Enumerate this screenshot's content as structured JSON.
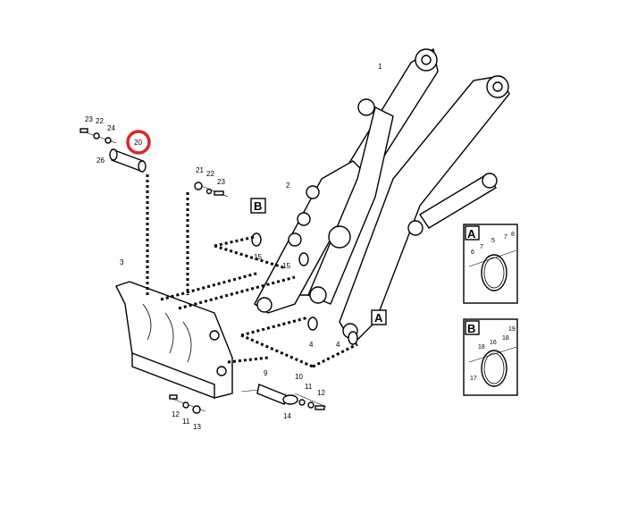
{
  "diagram": {
    "highlight_color": "#d9262b",
    "highlighted_part": "20",
    "callouts": {
      "c1": "1",
      "c2": "2",
      "c3": "3",
      "c4a": "4",
      "c4b": "4",
      "c15a": "15",
      "c15b": "15",
      "c20": "20",
      "c23a": "23",
      "c22a": "22",
      "c24": "24",
      "c26": "26",
      "c21": "21",
      "c22b": "22",
      "c23b": "23",
      "c9": "9",
      "c10": "10",
      "c11a": "11",
      "c12a": "12",
      "c14": "14",
      "c12b": "12",
      "c11b": "11",
      "c13": "13"
    },
    "detail_refs": {
      "a": "A",
      "b": "B"
    },
    "detail_a": {
      "title": "A",
      "labels": [
        "6",
        "7",
        "5",
        "7",
        "8"
      ]
    },
    "detail_b": {
      "title": "B",
      "labels": [
        "18",
        "16",
        "18",
        "19",
        "17"
      ]
    }
  }
}
